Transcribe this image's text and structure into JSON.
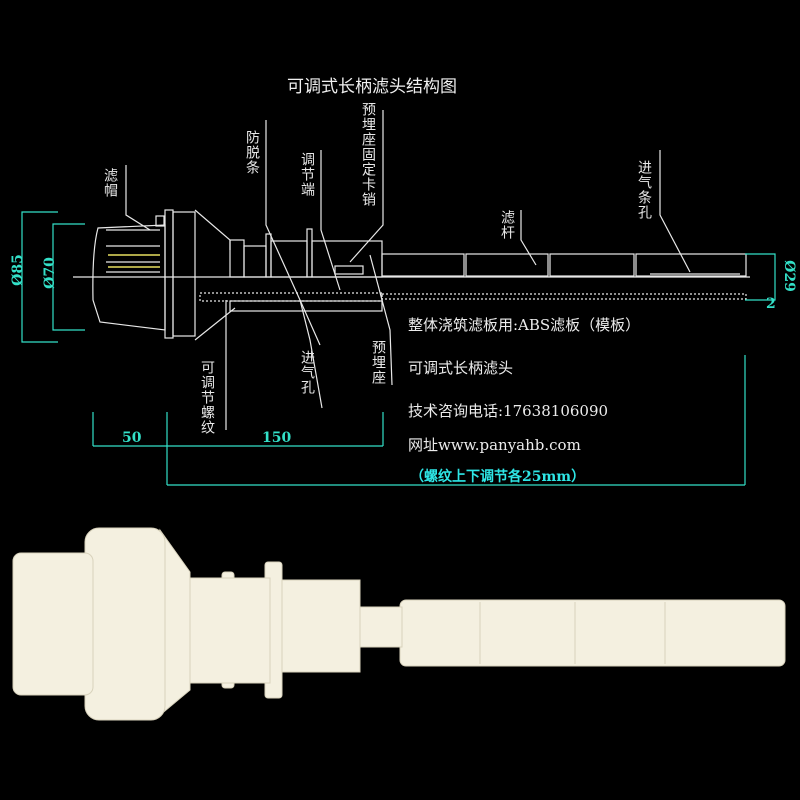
{
  "title": "可调式长柄滤头结构图",
  "labels": {
    "filter_cap": "滤帽",
    "anti_drop_strip": "防脱条",
    "adjust_end": "调节端",
    "embed_seat_pin": "预埋座固定卡销",
    "filter_rod": "滤杆",
    "air_slot": "进气条孔",
    "adjust_thread": "可调节螺纹",
    "air_hole": "进气孔",
    "embed_seat": "预埋座"
  },
  "dimensions": {
    "d85": "Ø85",
    "d70": "Ø70",
    "d29": "Ø29",
    "gap": "2",
    "len50": "50",
    "len150": "150"
  },
  "notes": {
    "plate": "整体浇筑滤板用:ABS滤板（模板）",
    "product": "可调式长柄滤头",
    "phone": "技术咨询电话:17638106090",
    "website": "网址www.panyahb.com",
    "thread_adjust": "（螺纹上下调节各25mm）"
  },
  "colors": {
    "line": "#e8e8e8",
    "dim": "#33e0c8",
    "yellow": "#e8e060",
    "product": "#f4f0e0"
  }
}
